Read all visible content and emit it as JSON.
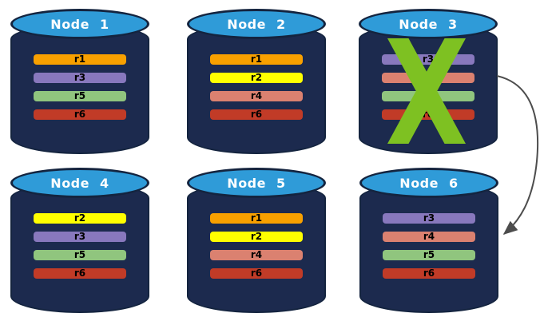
{
  "colors": {
    "cylinder_body": "#1C2A4E",
    "cylinder_top": "#2F9BD8",
    "cylinder_outline": "#14243F",
    "bar_label": "#000000",
    "title_text": "#FFFFFF"
  },
  "nodes": [
    {
      "title": "Node 1",
      "bars": [
        {
          "label": "r1",
          "color": "#F8A000"
        },
        {
          "label": "r3",
          "color": "#8878BD"
        },
        {
          "label": "r5",
          "color": "#90C57E"
        },
        {
          "label": "r6",
          "color": "#C13B27"
        }
      ]
    },
    {
      "title": "Node 2",
      "bars": [
        {
          "label": "r1",
          "color": "#F8A000"
        },
        {
          "label": "r2",
          "color": "#FFFF00"
        },
        {
          "label": "r4",
          "color": "#DB8170"
        },
        {
          "label": "r6",
          "color": "#C13B27"
        }
      ]
    },
    {
      "title": "Node 3",
      "bars": [
        {
          "label": "r3",
          "color": "#8878BD"
        },
        {
          "label": "r4",
          "color": "#DB8170"
        },
        {
          "label": "r5",
          "color": "#90C57E"
        },
        {
          "label": "r6",
          "color": "#C13B27"
        }
      ]
    },
    {
      "title": "Node 4",
      "bars": [
        {
          "label": "r2",
          "color": "#FFFF00"
        },
        {
          "label": "r3",
          "color": "#8878BD"
        },
        {
          "label": "r5",
          "color": "#90C57E"
        },
        {
          "label": "r6",
          "color": "#C13B27"
        }
      ]
    },
    {
      "title": "Node 5",
      "bars": [
        {
          "label": "r1",
          "color": "#F8A000"
        },
        {
          "label": "r2",
          "color": "#FFFF00"
        },
        {
          "label": "r4",
          "color": "#DB8170"
        },
        {
          "label": "r6",
          "color": "#C13B27"
        }
      ]
    },
    {
      "title": "Node 6",
      "bars": [
        {
          "label": "r3",
          "color": "#8878BD"
        },
        {
          "label": "r4",
          "color": "#DB8170"
        },
        {
          "label": "r5",
          "color": "#90C57E"
        },
        {
          "label": "r6",
          "color": "#C13B27"
        }
      ]
    }
  ],
  "failure": {
    "failed_node": "Node 3",
    "color": "#7EC122"
  },
  "arrow": {
    "from": "Node 3",
    "to": "Node 6",
    "color": "#4D4D4D"
  }
}
